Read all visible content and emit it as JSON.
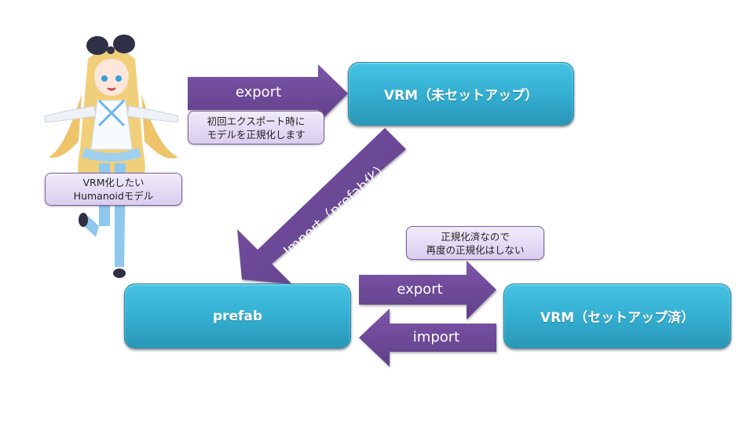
{
  "diagram": {
    "nodes": {
      "vrm_unsetup": {
        "label": "VRM（未セットアップ）"
      },
      "prefab": {
        "label": "prefab"
      },
      "vrm_setup": {
        "label": "VRM（セットアップ済）"
      }
    },
    "arrows": {
      "export_initial": {
        "label": "export"
      },
      "import_prefab": {
        "label": "Import（prefab化）"
      },
      "export_again": {
        "label": "export"
      },
      "import_back": {
        "label": "import"
      }
    },
    "callouts": {
      "normalize_first": {
        "lines": [
          "初回エクスポート時に",
          "モデルを正規化します"
        ]
      },
      "humanoid_model": {
        "lines": [
          "VRM化したい",
          "Humanoidモデル"
        ]
      },
      "already_normalized": {
        "lines": [
          "正規化済なので",
          "再度の正規化はしない"
        ]
      }
    },
    "character": {
      "description": "anime-girl-humanoid-model"
    },
    "colors": {
      "node_fill": "#38b4d6",
      "arrow_fill": "#6f4c98",
      "callout_fill": "#e4daf4",
      "callout_border": "#7a62a0"
    }
  }
}
